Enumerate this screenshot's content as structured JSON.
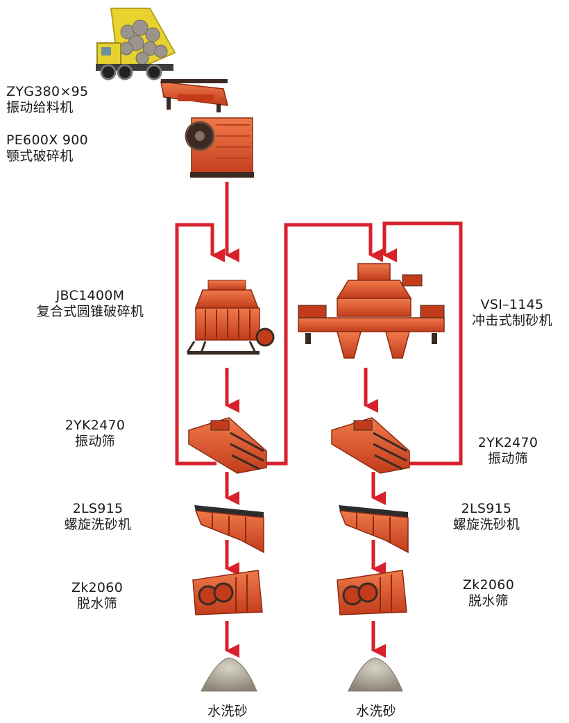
{
  "colors": {
    "flow_line": "#d8212a",
    "machine_orange": "#e8532a",
    "machine_dark": "#3a2a22",
    "truck_yellow": "#e8d230",
    "sand": "#b9b3a6"
  },
  "labels": {
    "feeder": {
      "model": "ZYG380×95",
      "name": "振动给料机"
    },
    "jaw_crusher": {
      "model": "PE600X 900",
      "name": "颚式破碎机"
    },
    "cone_crusher": {
      "model": "JBC1400M",
      "name": "复合式圆锥破碎机"
    },
    "sand_maker": {
      "model": "VSI–1145",
      "name": "冲击式制砂机"
    },
    "screen_left": {
      "model": "2YK2470",
      "name": "振动筛"
    },
    "screen_right": {
      "model": "2YK2470",
      "name": "振动筛"
    },
    "washer_left": {
      "model": "2LS915",
      "name": "螺旋洗砂机"
    },
    "washer_right": {
      "model": "2LS915",
      "name": "螺旋洗砂机"
    },
    "dewater_left": {
      "model": "Zk2060",
      "name": "脱水筛"
    },
    "dewater_right": {
      "model": "Zk2060",
      "name": "脱水筛"
    },
    "product_left": "水洗砂",
    "product_right": "水洗砂"
  },
  "icons": [
    "dump-truck-icon",
    "vibrating-feeder-icon",
    "jaw-crusher-icon",
    "cone-crusher-icon",
    "vsi-sand-maker-icon",
    "vibrating-screen-icon",
    "sand-washer-icon",
    "dewatering-screen-icon",
    "sand-pile-icon"
  ]
}
